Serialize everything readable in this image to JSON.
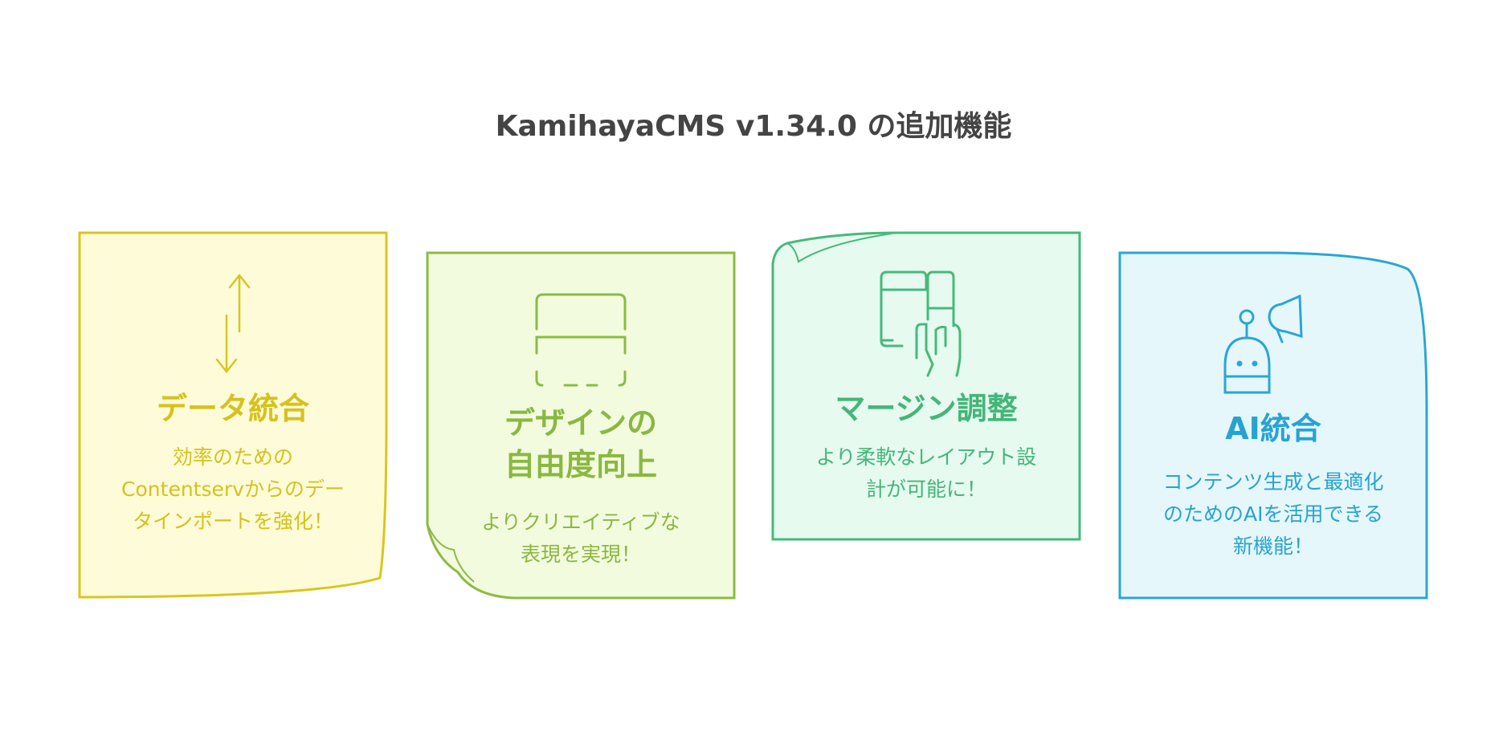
{
  "title": "KamihayaCMS v1.34.0 の追加機能",
  "cards": [
    {
      "title": "データ統合",
      "description": "効率のためのContentservからのデータインポートを強化！",
      "icon": "vertical-arrows-icon",
      "border": "#d9c61f",
      "fill": "#fefbd9"
    },
    {
      "title": "デザインの自由度向上",
      "description": "よりクリエイティブな表現を実現！",
      "icon": "layout-frame-icon",
      "border": "#8cbb44",
      "fill": "#f3fbdf"
    },
    {
      "title": "マージン調整",
      "description": "より柔軟なレイアウト設計が可能に！",
      "icon": "responsive-devices-hand-icon",
      "border": "#46b97c",
      "fill": "#e6faef"
    },
    {
      "title": "AI統合",
      "description": "コンテンツ生成と最適化のためのAIを活用できる新機能！",
      "icon": "robot-megaphone-icon",
      "border": "#2aa6d4",
      "fill": "#e6f7fc"
    }
  ]
}
